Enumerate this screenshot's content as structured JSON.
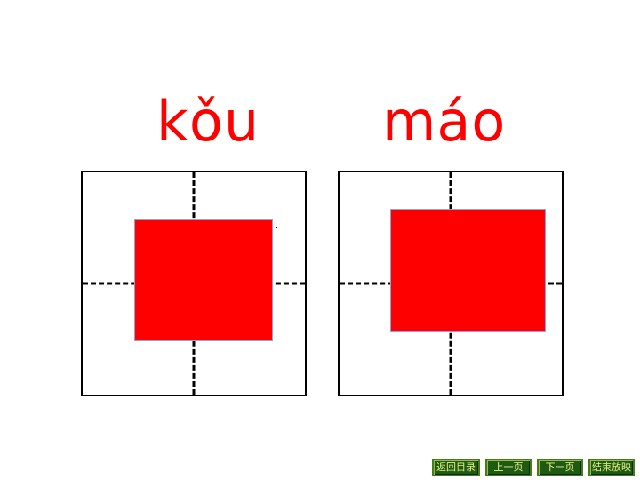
{
  "pinyin": [
    "kǒu",
    "máo"
  ],
  "colors": {
    "pinyin": "#ff0000",
    "cover": "#ff0000",
    "cover_border": "#8fa3d9",
    "grid_line": "#000000",
    "nav_bg": "#1f5a12",
    "nav_text": "#e8f08a"
  },
  "nav": {
    "back": "返回目录",
    "prev": "上一页",
    "next": "下一页",
    "end": "结束放映"
  }
}
